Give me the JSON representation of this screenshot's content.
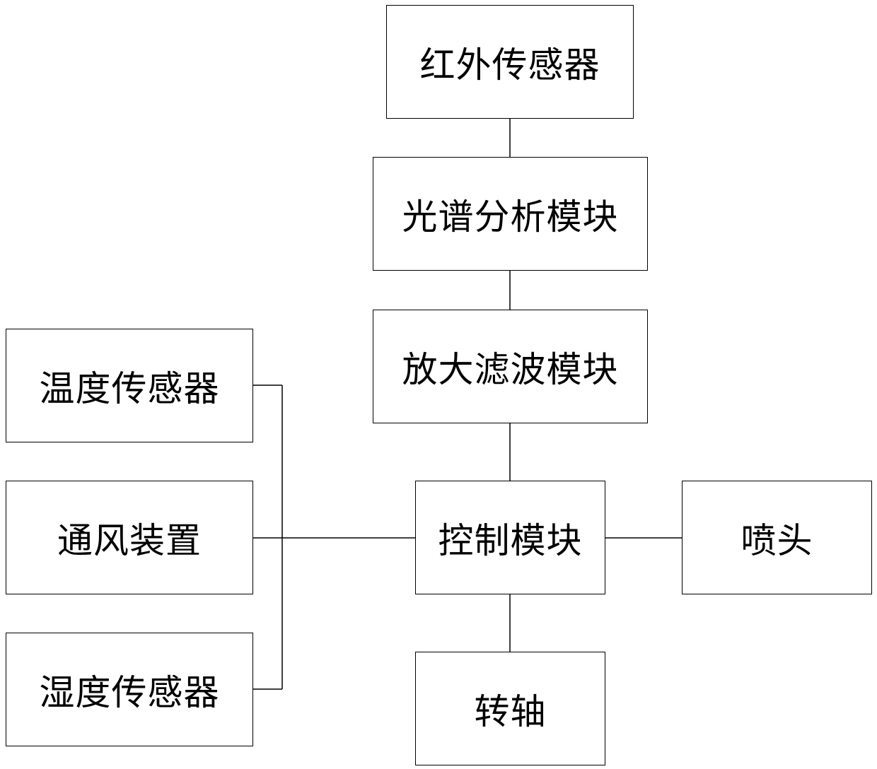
{
  "nodes": {
    "infrared_sensor": "红外传感器",
    "spectral_analysis": "光谱分析模块",
    "amplify_filter": "放大滤波模块",
    "temperature_sensor": "温度传感器",
    "ventilation": "通风装置",
    "humidity_sensor": "湿度传感器",
    "control_module": "控制模块",
    "nozzle": "喷头",
    "rotating_shaft": "转轴"
  },
  "edges": [
    [
      "infrared_sensor",
      "spectral_analysis"
    ],
    [
      "spectral_analysis",
      "amplify_filter"
    ],
    [
      "amplify_filter",
      "control_module"
    ],
    [
      "temperature_sensor",
      "control_module"
    ],
    [
      "ventilation",
      "control_module"
    ],
    [
      "humidity_sensor",
      "control_module"
    ],
    [
      "control_module",
      "nozzle"
    ],
    [
      "control_module",
      "rotating_shaft"
    ]
  ],
  "style": {
    "line_color": "#000000",
    "box_border": "#000000"
  }
}
